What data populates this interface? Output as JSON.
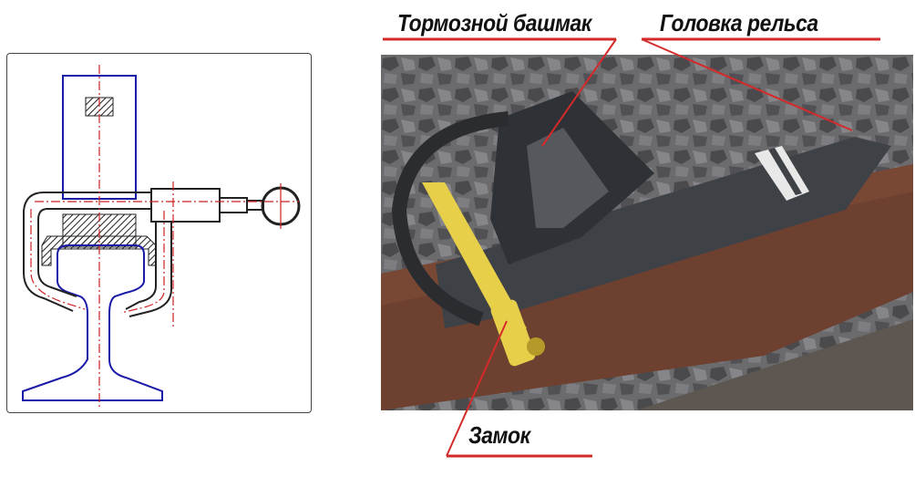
{
  "figure": {
    "left_panel": {
      "type": "technical drawing",
      "subject": "rail cross-section with brake shoe clamp"
    },
    "right_panel": {
      "type": "photo",
      "subject": "brake shoe installed on rail"
    },
    "labels": {
      "brake_shoe": "Тормозной башмак",
      "rail_head": "Головка рельса",
      "lock": "Замок"
    },
    "colors": {
      "callout_line": "#d42a2a",
      "drawing_outline_blue": "#1a1aa8",
      "drawing_centerline": "#cc2222",
      "lock_yellow": "#e8cf4a",
      "rail_rust": "#6e4030",
      "shoe_dark": "#3e4247"
    }
  }
}
